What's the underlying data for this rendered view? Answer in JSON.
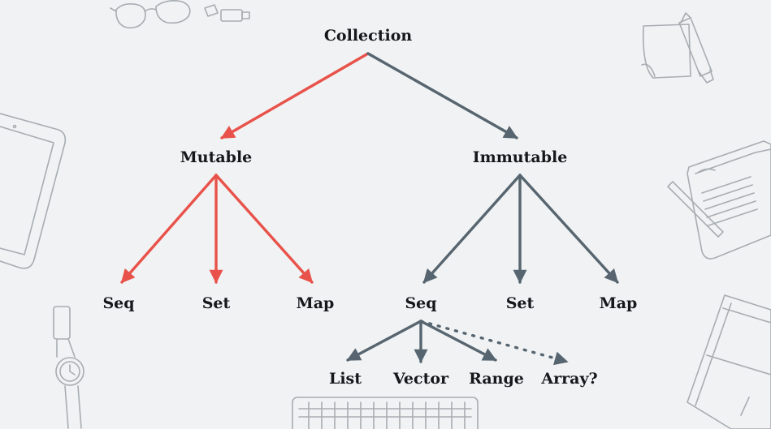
{
  "colors": {
    "background": "#f1f2f3",
    "mutable_branch": "#e8524a",
    "immutable_branch": "#56656f",
    "decor_sketch": "#a7adb2",
    "text": "#15181b"
  },
  "nodes": {
    "root": "Collection",
    "mutable": "Mutable",
    "immutable": "Immutable",
    "mutable_seq": "Seq",
    "mutable_set": "Set",
    "mutable_map": "Map",
    "immutable_seq": "Seq",
    "immutable_set": "Set",
    "immutable_map": "Map",
    "list": "List",
    "vector": "Vector",
    "range": "Range",
    "array": "Array?"
  },
  "decorations": [
    "glasses-icon",
    "usb-stick-icon",
    "sticky-note-icon",
    "marker-icon",
    "tablet-icon",
    "notebook-pen-icon",
    "wristwatch-icon",
    "keyboard-icon",
    "journal-icon"
  ]
}
